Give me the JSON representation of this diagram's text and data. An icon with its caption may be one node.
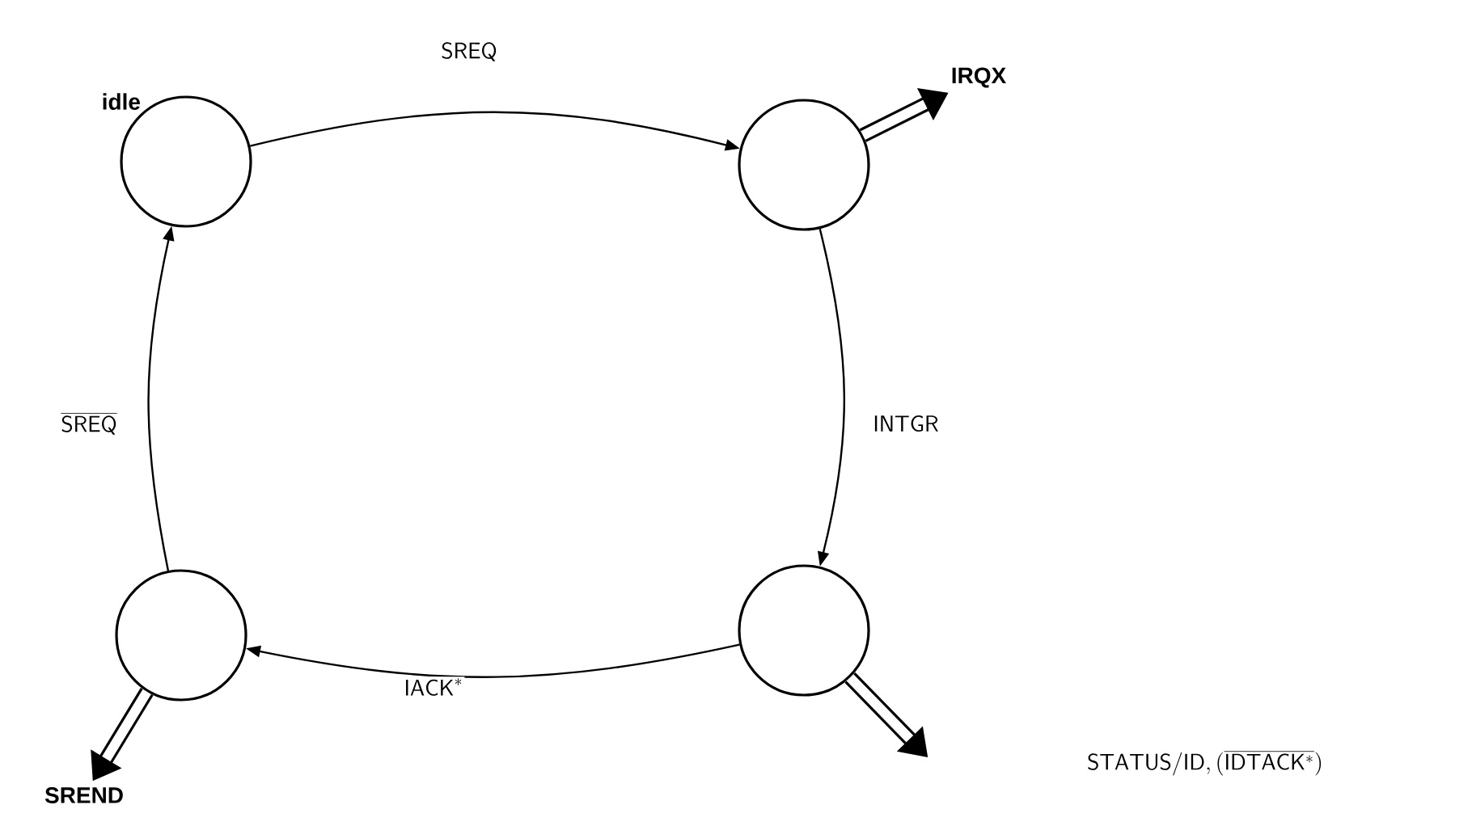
{
  "diagram": {
    "nodes": [
      {
        "text": [],
        "shape": "circle",
        "beside": [
          "idle"
        ]
      },
      {
        "text": [],
        "shape": "circle"
      },
      {
        "text": [],
        "shape": "circle"
      },
      {
        "text": [],
        "shape": "circle"
      },
      {
        "text": [
          "IRQX"
        ]
      },
      {
        "text": [
          "SREND"
        ]
      }
    ],
    "edges": [
      {
        "from": 0,
        "to": 1,
        "arrow": "to",
        "label": "\\mathsf{SREQ}"
      },
      {
        "from": 1,
        "to": 2,
        "arrow": "to",
        "label": "\\mathsf{INTGR}"
      },
      {
        "from": 2,
        "to": 3,
        "arrow": "to",
        "label": "\\mathsf{IACK}^{*}"
      },
      {
        "from": 3,
        "to": 0,
        "arrow": "to",
        "label": "\\overline{\\mathsf{SREQ}}"
      },
      {
        "from": 1,
        "to": 4,
        "arrow": "to",
        "style": "thick"
      },
      {
        "from": 3,
        "to": 5,
        "arrow": "to",
        "style": "thick"
      },
      {
        "from": 2,
        "to": null,
        "arrow": "to",
        "style": "thick"
      }
    ],
    "labels": [
      "\\mathsf{STATUS/ID,(\\overline{IDTACK^{*}})}"
    ]
  }
}
